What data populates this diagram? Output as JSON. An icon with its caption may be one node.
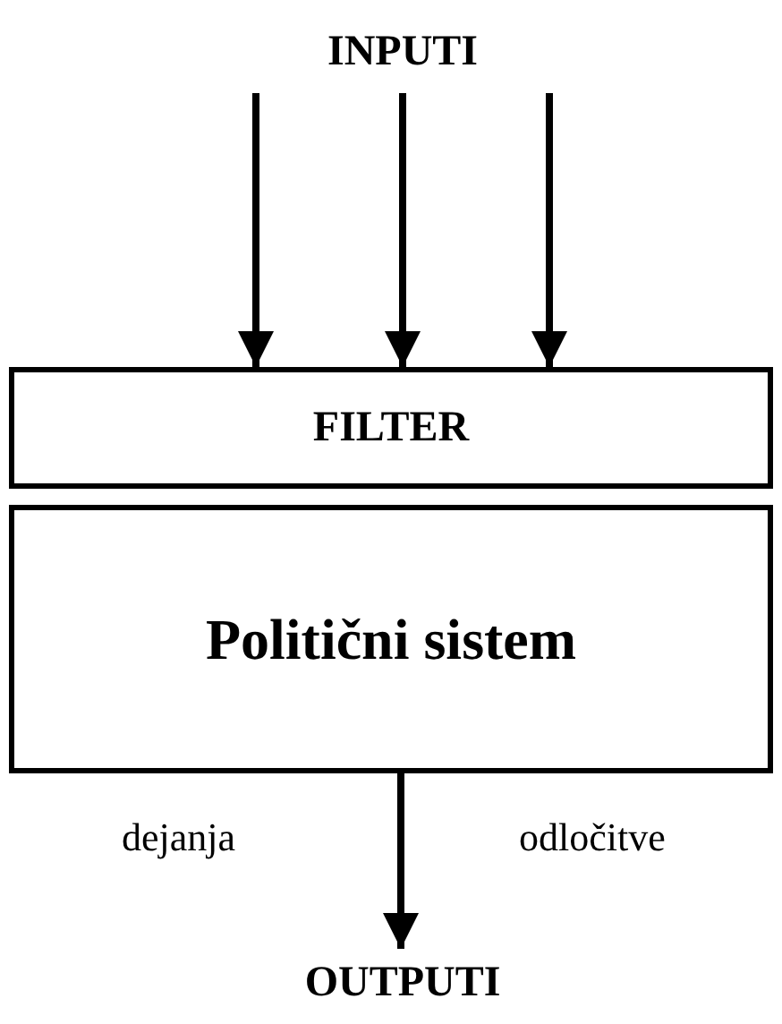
{
  "diagram": {
    "nodes": [
      {
        "text": [
          "INPUTI"
        ]
      },
      {
        "text": [
          "FILTER"
        ]
      },
      {
        "text": [
          "Politični sistem"
        ]
      },
      {
        "text": [
          "OUTPUTI"
        ]
      }
    ],
    "edges": [
      {
        "from": 0,
        "to": 1,
        "arrow": "to"
      },
      {
        "from": 0,
        "to": 1,
        "arrow": "to"
      },
      {
        "from": 0,
        "to": 1,
        "arrow": "to"
      },
      {
        "from": 2,
        "to": 3,
        "arrow": "to"
      }
    ],
    "labels": [
      "dejanja",
      "odločitve"
    ]
  }
}
